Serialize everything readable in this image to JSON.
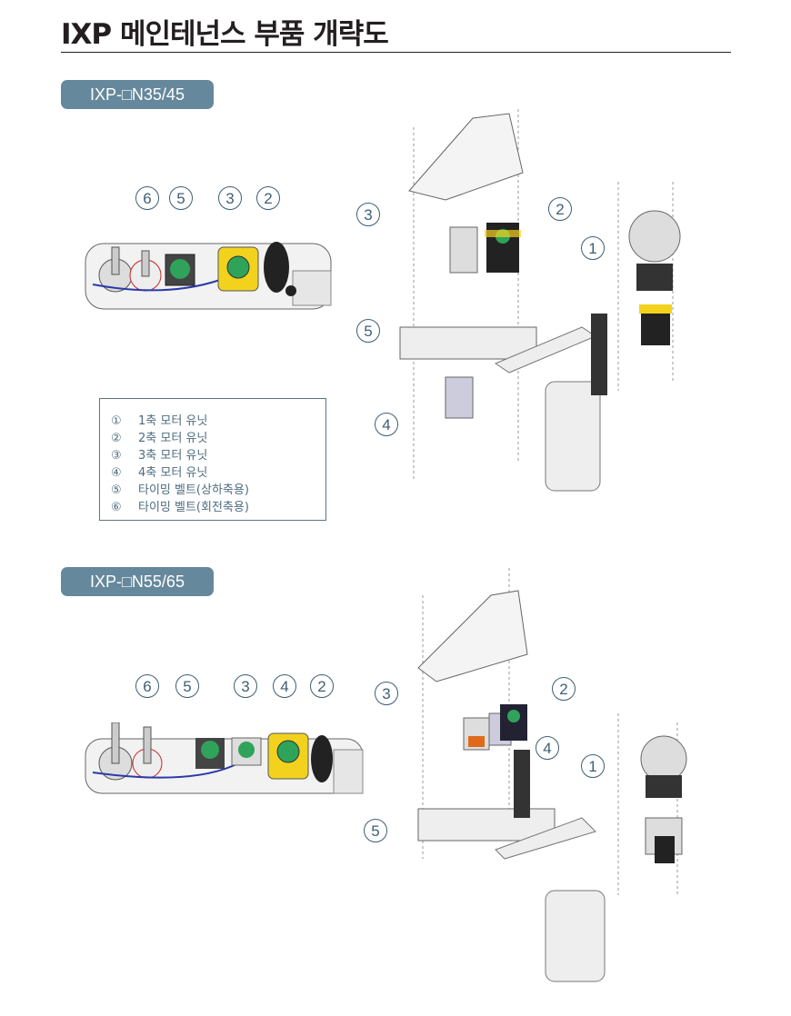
{
  "title": "IXP 메인테넌스 부품 개략도",
  "sections": [
    {
      "badge": "IXP-□N35/45"
    },
    {
      "badge": "IXP-□N55/65"
    }
  ],
  "legend": [
    {
      "num": "①",
      "label": "1축 모터 유닛"
    },
    {
      "num": "②",
      "label": "2축 모터 유닛"
    },
    {
      "num": "③",
      "label": "3축 모터 유닛"
    },
    {
      "num": "④",
      "label": "4축 모터 유닛"
    },
    {
      "num": "⑤",
      "label": "타이밍 벨트(상하축용)"
    },
    {
      "num": "⑥",
      "label": "타이밍 벨트(회전축용)"
    }
  ],
  "callouts": {
    "s1_top": [
      "6",
      "5",
      "3",
      "2"
    ],
    "s1_exploded": [
      "3",
      "2",
      "1",
      "5",
      "4"
    ],
    "s2_top": [
      "6",
      "5",
      "3",
      "4",
      "2"
    ],
    "s2_exploded": [
      "3",
      "2",
      "4",
      "1",
      "5"
    ]
  },
  "colors": {
    "badge": "#66889c",
    "callout": "#3f5f73",
    "motor_yellow": "#f3d21e",
    "connector_green": "#2fa35a"
  }
}
